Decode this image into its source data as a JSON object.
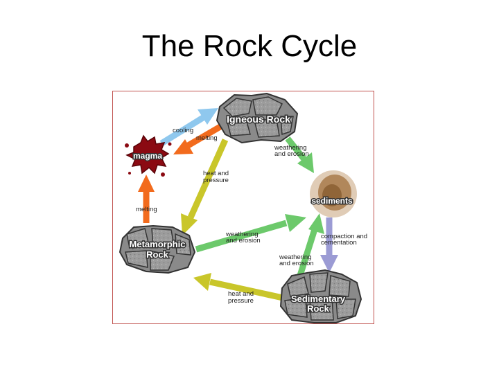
{
  "slide": {
    "title": "The Rock Cycle"
  },
  "diagram": {
    "nodes": {
      "igneous": "Igneous Rock",
      "magma": "magma",
      "sediments": "sediments",
      "metamorphic": [
        "Metamorphic",
        "Rock"
      ],
      "sedimentary": [
        "Sedimentary",
        "Rock"
      ]
    },
    "labels": {
      "cooling": "cooling",
      "melting_top": "melting",
      "weathering_top": [
        "weathering",
        "and erosion"
      ],
      "heat_pressure_top": [
        "heat and",
        "pressure"
      ],
      "melting_left": "melting",
      "weathering_mid": [
        "weathering",
        "and erosion"
      ],
      "compaction": [
        "compaction and",
        "cementation"
      ],
      "weathering_bottom": [
        "weathering",
        "and erosion"
      ],
      "heat_pressure_bottom": [
        "heat and",
        "pressure"
      ]
    },
    "colors": {
      "cooling_arrow": "#8fc8ee",
      "melting_arrow": "#f26b1d",
      "weathering_arrow": "#6cc96b",
      "heat_pressure_arrow": "#c9c62a",
      "compaction_arrow": "#9b9bd4",
      "magma": "#8b0a12",
      "rock": "#9a9a9a",
      "sediment": "#9c6a34"
    }
  }
}
